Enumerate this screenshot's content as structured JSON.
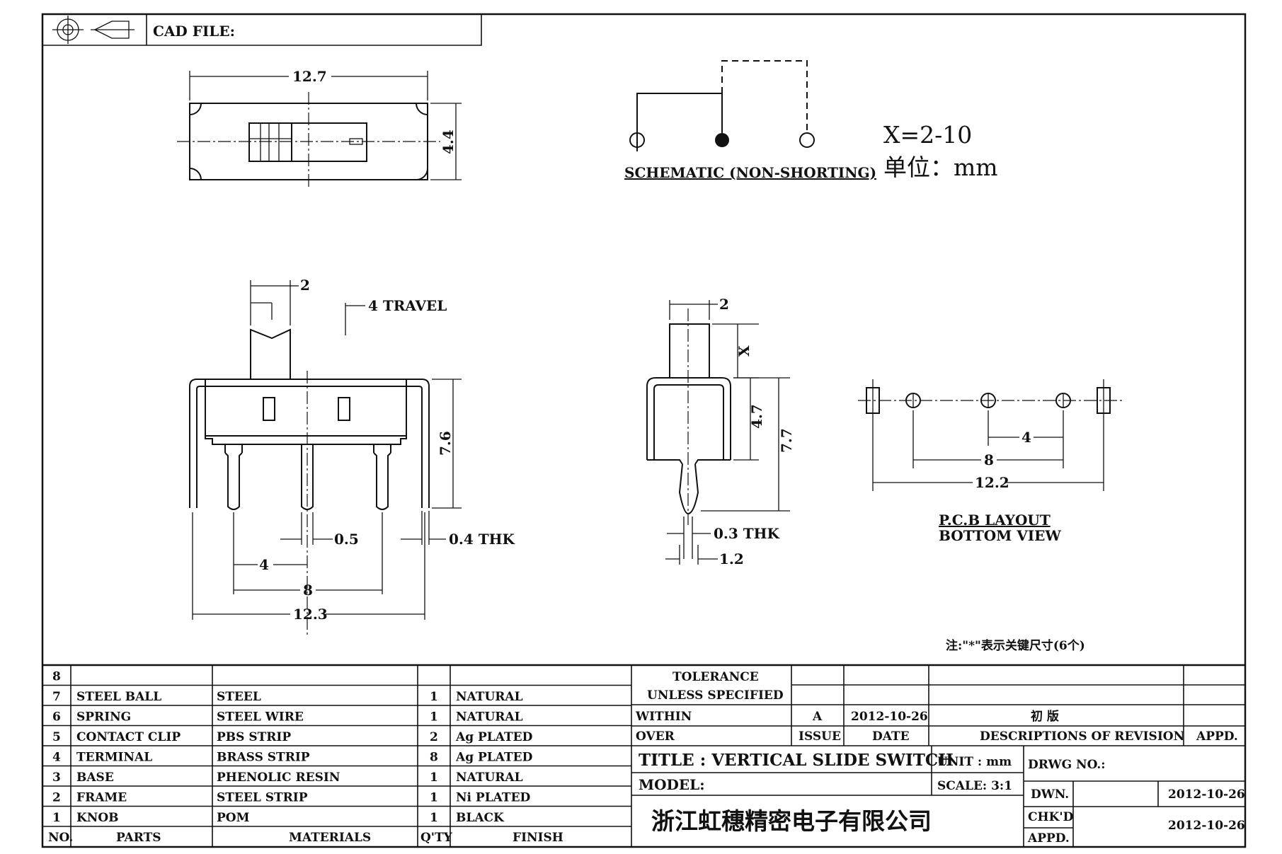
{
  "header": {
    "cad_label": "CAD FILE:"
  },
  "views": {
    "top": {
      "dim_width": "12.7",
      "dim_height": "4.4"
    },
    "schematic": {
      "label": "SCHEMATIC (NON-SHORTING)"
    },
    "notes": {
      "x_range": "X=2-10",
      "unit": "单位：mm"
    },
    "front": {
      "dim_knob": "2",
      "dim_travel": "4 TRAVEL",
      "dim_height": "7.6",
      "dim_pin": "0.5",
      "dim_thk": "0.4 THK",
      "dim_pitch": "4",
      "dim_span": "8",
      "dim_overall": "12.3"
    },
    "side": {
      "dim_knob": "2",
      "dim_x": "X",
      "dim_body": "4.7",
      "dim_total": "7.7",
      "dim_thk": "0.3 THK",
      "dim_width": "1.2"
    },
    "pcb": {
      "dim_pitch": "4",
      "dim_span": "8",
      "dim_overall": "12.2",
      "title": "P.C.B LAYOUT",
      "subtitle": "BOTTOM VIEW"
    },
    "footnote": "注:\"*\"表示关键尺寸(6个)"
  },
  "bom": {
    "rows": [
      {
        "no": "8",
        "part": "",
        "material": "",
        "qty": "",
        "finish": ""
      },
      {
        "no": "7",
        "part": "STEEL BALL",
        "material": "STEEL",
        "qty": "1",
        "finish": "NATURAL"
      },
      {
        "no": "6",
        "part": "SPRING",
        "material": "STEEL WIRE",
        "qty": "1",
        "finish": "NATURAL"
      },
      {
        "no": "5",
        "part": "CONTACT CLIP",
        "material": "PBS STRIP",
        "qty": "2",
        "finish": "Ag PLATED"
      },
      {
        "no": "4",
        "part": "TERMINAL",
        "material": "BRASS STRIP",
        "qty": "8",
        "finish": "Ag PLATED"
      },
      {
        "no": "3",
        "part": "BASE",
        "material": "PHENOLIC RESIN",
        "qty": "1",
        "finish": "NATURAL"
      },
      {
        "no": "2",
        "part": "FRAME",
        "material": "STEEL STRIP",
        "qty": "1",
        "finish": "Ni PLATED"
      },
      {
        "no": "1",
        "part": "KNOB",
        "material": "POM",
        "qty": "1",
        "finish": "BLACK"
      }
    ],
    "headers": {
      "no": "NO.",
      "part": "PARTS",
      "material": "MATERIALS",
      "qty": "Q'TY",
      "finish": "FINISH"
    }
  },
  "title_block": {
    "tolerance": "TOLERANCE",
    "unless": "UNLESS  SPECIFIED",
    "within": "WITHIN",
    "over": "OVER",
    "issue_value": "A",
    "issue_date": "2012-10-26",
    "revision_desc": "初  版",
    "issue_label": "ISSUE",
    "date_label": "DATE",
    "desc_label": "DESCRIPTIONS OF REVISION",
    "appd_label": "APPD.",
    "title": "TITLE :  VERTICAL SLIDE SWITCH",
    "unit": "UNIT :  mm",
    "drwg_no": "DRWG NO.:",
    "model": "MODEL:",
    "scale": "SCALE:  3:1",
    "dwn": "DWN.",
    "dwn_date": "2012-10-26",
    "chkd": "CHK'D",
    "appd2": "APPD.",
    "chkd_date": "2012-10-26",
    "company": "浙江虹穗精密电子有限公司"
  }
}
